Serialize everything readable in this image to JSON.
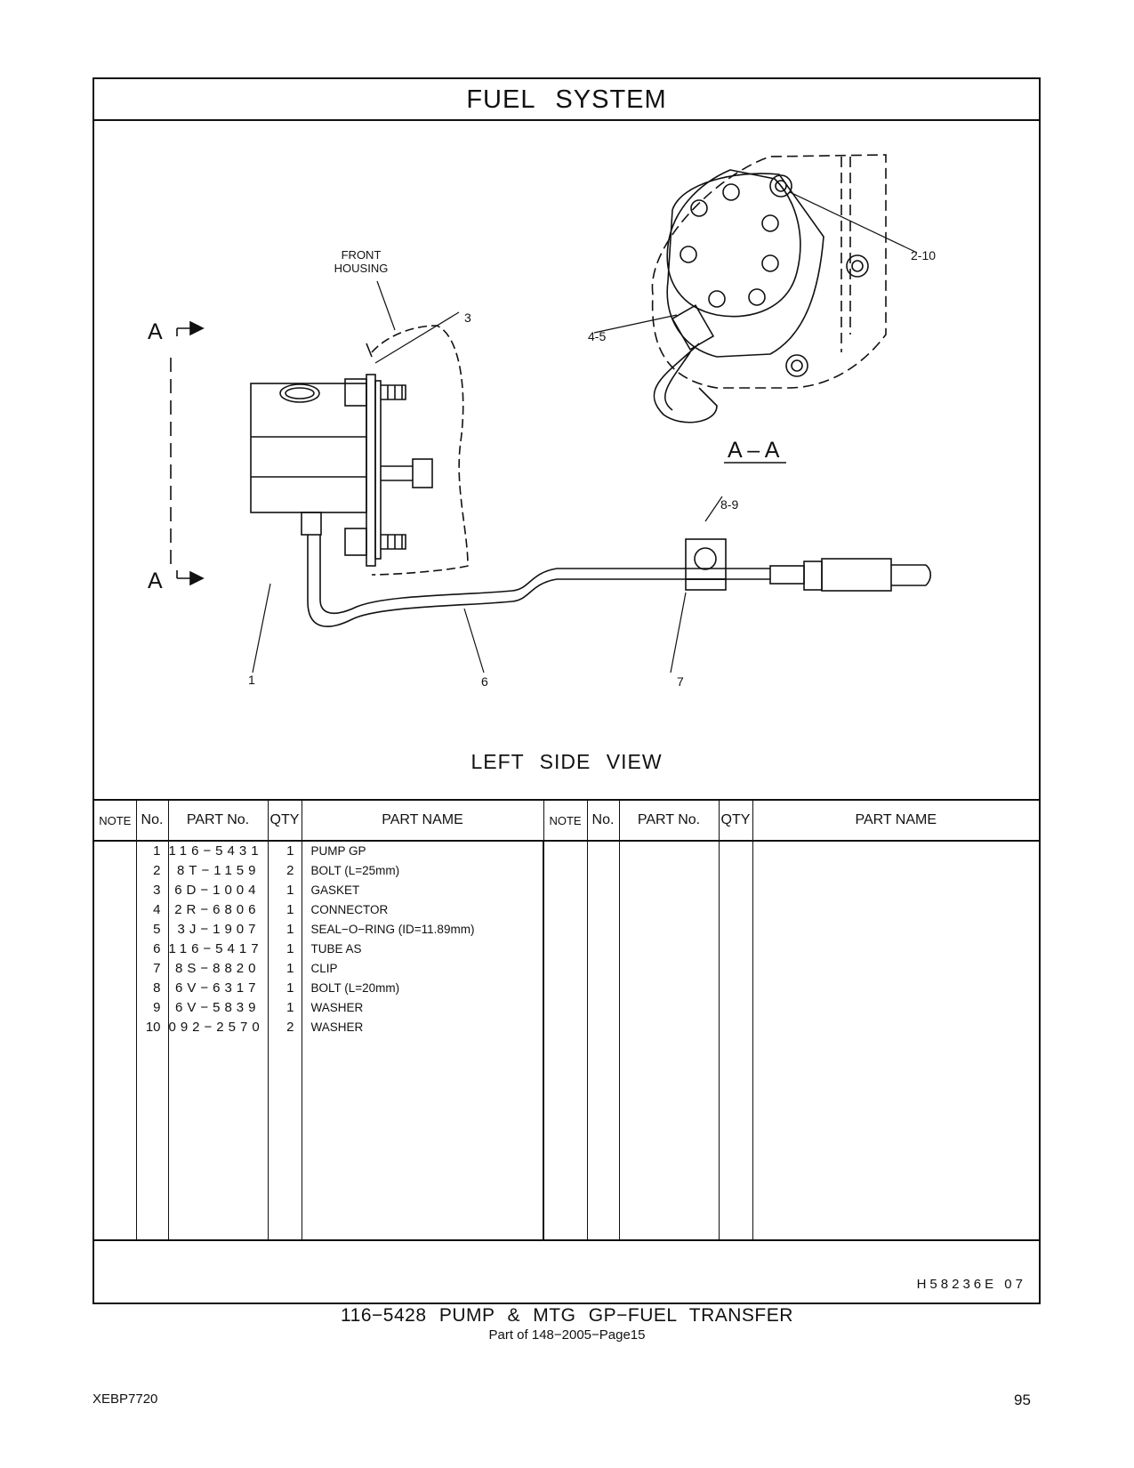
{
  "header": {
    "title": "FUEL  SYSTEM"
  },
  "drawing": {
    "view_caption": "LEFT  SIDE  VIEW",
    "section_label": "A – A",
    "section_marker_top": "A",
    "section_marker_bottom": "A",
    "front_housing_label": [
      "FRONT",
      "HOUSING"
    ],
    "callouts": [
      "1",
      "3",
      "6",
      "7",
      "8-9",
      "4-5",
      "2-10"
    ]
  },
  "table": {
    "columns": [
      "NOTE",
      "No.",
      "PART No.",
      "QTY",
      "PART NAME",
      "NOTE",
      "No.",
      "PART No.",
      "QTY",
      "PART NAME"
    ],
    "rows": [
      {
        "no": "1",
        "part_no": "116−5431",
        "qty": "1",
        "name": "PUMP  GP"
      },
      {
        "no": "2",
        "part_no": "8T−1159",
        "qty": "2",
        "name": "BOLT (L=25mm)"
      },
      {
        "no": "3",
        "part_no": "6D−1004",
        "qty": "1",
        "name": "GASKET"
      },
      {
        "no": "4",
        "part_no": "2R−6806",
        "qty": "1",
        "name": "CONNECTOR"
      },
      {
        "no": "5",
        "part_no": "3J−1907",
        "qty": "1",
        "name": "SEAL−O−RING (ID=11.89mm)"
      },
      {
        "no": "6",
        "part_no": "116−5417",
        "qty": "1",
        "name": "TUBE  AS"
      },
      {
        "no": "7",
        "part_no": "8S−8820",
        "qty": "1",
        "name": "CLIP"
      },
      {
        "no": "8",
        "part_no": "6V−6317",
        "qty": "1",
        "name": "BOLT (L=20mm)"
      },
      {
        "no": "9",
        "part_no": "6V−5839",
        "qty": "1",
        "name": "WASHER"
      },
      {
        "no": "10",
        "part_no": "092−2570",
        "qty": "2",
        "name": "WASHER"
      }
    ]
  },
  "footer": {
    "ref_code": "H58236E   07",
    "title": "116−5428  PUMP  &  MTG  GP−FUEL  TRANSFER",
    "subtitle": "Part of 148−2005−Page15",
    "doc_code": "XEBP7720",
    "page_number": "95"
  }
}
